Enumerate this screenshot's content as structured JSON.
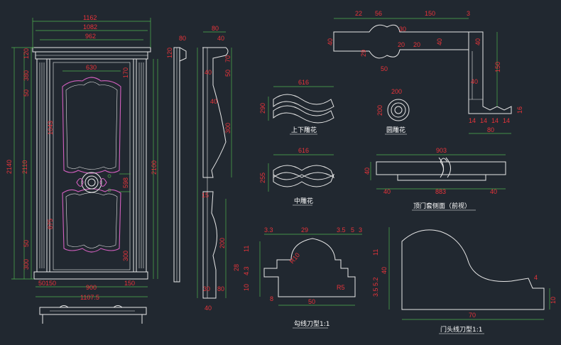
{
  "labels": {
    "top_bottom_flower": "上下雕花",
    "round_flower": "圆雕花",
    "middle_flower": "中雕花",
    "top_line_side": "顶门套侧面（前视）",
    "groove_profile": "勾线刀型1:1",
    "head_line_profile": "门头线刀型1:1"
  },
  "dims": {
    "d1162": "1162",
    "d1082": "1082",
    "d962": "962",
    "d630": "630",
    "d120a": "120",
    "d380": "380",
    "d50a": "50",
    "d2140": "2140",
    "d2110": "2110",
    "d1043": "1043",
    "d170": "170",
    "d2100": "2100",
    "d598": "598",
    "d875": "875",
    "d50b": "50",
    "d300a": "300",
    "d300b": "300",
    "d50c": "50",
    "d900": "900",
    "d1107": "1107.5",
    "d150a": "150",
    "d150b": "150",
    "s80a": "80",
    "s120": "120",
    "s80b": "80",
    "s40a": "40",
    "s40b": "40",
    "s50": "50",
    "s70": "70",
    "s40c": "40",
    "s300": "300",
    "s15": "15",
    "s200": "200",
    "s30": "30",
    "s80c": "80",
    "s40d": "40",
    "t22": "22",
    "t56": "56",
    "t150": "150",
    "t3": "3",
    "t40a": "40",
    "t29": "29",
    "t20a": "20",
    "t20b": "20",
    "t40b": "40",
    "t50": "50",
    "t30": "30",
    "t40c": "40",
    "t150b": "150",
    "t40d": "40",
    "t16": "16",
    "t14": "14",
    "t14b": "14",
    "t14c": "14",
    "t14d": "14",
    "t80": "80",
    "f616a": "616",
    "f290": "290",
    "f200a": "200",
    "f200b": "200",
    "f616b": "616",
    "f255": "255",
    "l903": "903",
    "l40a": "40",
    "l883": "883",
    "l40b": "40",
    "l40c": "40",
    "g33": "3.3",
    "g29": "29",
    "g35": "3.5",
    "g5": "5",
    "g3": "3",
    "g11": "11",
    "g28": "28",
    "g43": "4.3",
    "g10": "10",
    "gR10": "R10",
    "gR5": "R5",
    "g8": "8",
    "g50": "50",
    "h11": "11",
    "h40": "40",
    "h352": "3.5 5.2",
    "h4": "4",
    "h10": "10",
    "h70": "70"
  }
}
